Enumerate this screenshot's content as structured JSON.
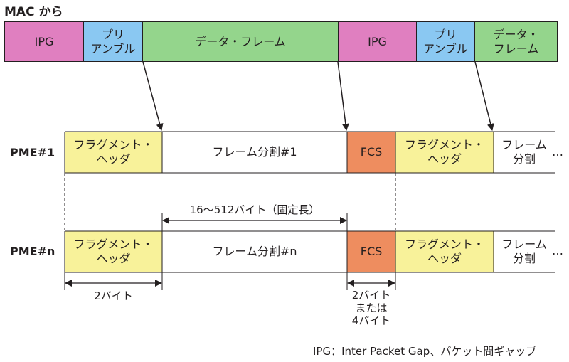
{
  "colors": {
    "ipg": "#e07fc0",
    "preamble": "#8ac8f2",
    "data_frame": "#94d58c",
    "fragment_header": "#f8f29a",
    "fcs": "#ee8d5f",
    "frame_split": "#ffffff",
    "line": "#231f20"
  },
  "title": "MAC から",
  "mac_row": [
    {
      "label": "IPG",
      "type": "ipg"
    },
    {
      "label": "プリ\nアンブル",
      "type": "preamble"
    },
    {
      "label": "データ・フレーム",
      "type": "data_frame"
    },
    {
      "label": "IPG",
      "type": "ipg"
    },
    {
      "label": "プリ\nアンブル",
      "type": "preamble"
    },
    {
      "label": "データ・\nフレーム",
      "type": "data_frame"
    }
  ],
  "pme1": {
    "label": "PME#1",
    "blocks": [
      {
        "label": "フラグメント・\nヘッダ",
        "type": "fragment_header"
      },
      {
        "label": "フレーム分割#1",
        "type": "frame_split"
      },
      {
        "label": "FCS",
        "type": "fcs"
      },
      {
        "label": "フラグメント・\nヘッダ",
        "type": "fragment_header"
      },
      {
        "label": "フレーム\n分割",
        "type": "frame_split"
      }
    ],
    "ellipsis": "…"
  },
  "pmen": {
    "label": "PME#n",
    "blocks": [
      {
        "label": "フラグメント・\nヘッダ",
        "type": "fragment_header"
      },
      {
        "label": "フレーム分割#n",
        "type": "frame_split"
      },
      {
        "label": "FCS",
        "type": "fcs"
      },
      {
        "label": "フラグメント・\nヘッダ",
        "type": "fragment_header"
      },
      {
        "label": "フレーム\n分割",
        "type": "frame_split"
      }
    ],
    "ellipsis": "…"
  },
  "dimensions": {
    "fixed_length": "16～512バイト（固定長）",
    "header_size": "2バイト",
    "fcs_size": "2バイト\nまたは\n4バイト"
  },
  "legend": "IPG：Inter Packet Gap、パケット間ギャップ"
}
